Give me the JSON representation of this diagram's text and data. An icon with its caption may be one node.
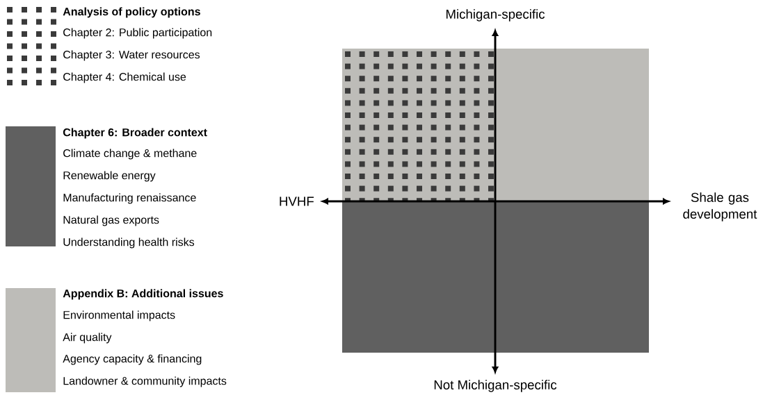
{
  "diagram": {
    "labels": [
      "Chapter 2: Public participation",
      "Chapter 3: Water resources",
      "Chapter 4: Chemical use",
      "Climate change & methane",
      "Renewable energy",
      "Manufacturing renaissance",
      "Natural gas exports",
      "Understanding health risks",
      "Environmental impacts",
      "Air quality",
      "Agency capacity & financing",
      "Landowner & community impacts",
      "Michigan-specific",
      "HVHF",
      "Shale gas development",
      "Not Michigan-specific"
    ],
    "legend": [
      {
        "text": "Analysis of policy options"
      },
      {
        "text": "Chapter 6: Broader context",
        "color": "#606060"
      },
      {
        "text": "Appendix B: Additional issues",
        "color": "#bdbcb8"
      }
    ]
  }
}
